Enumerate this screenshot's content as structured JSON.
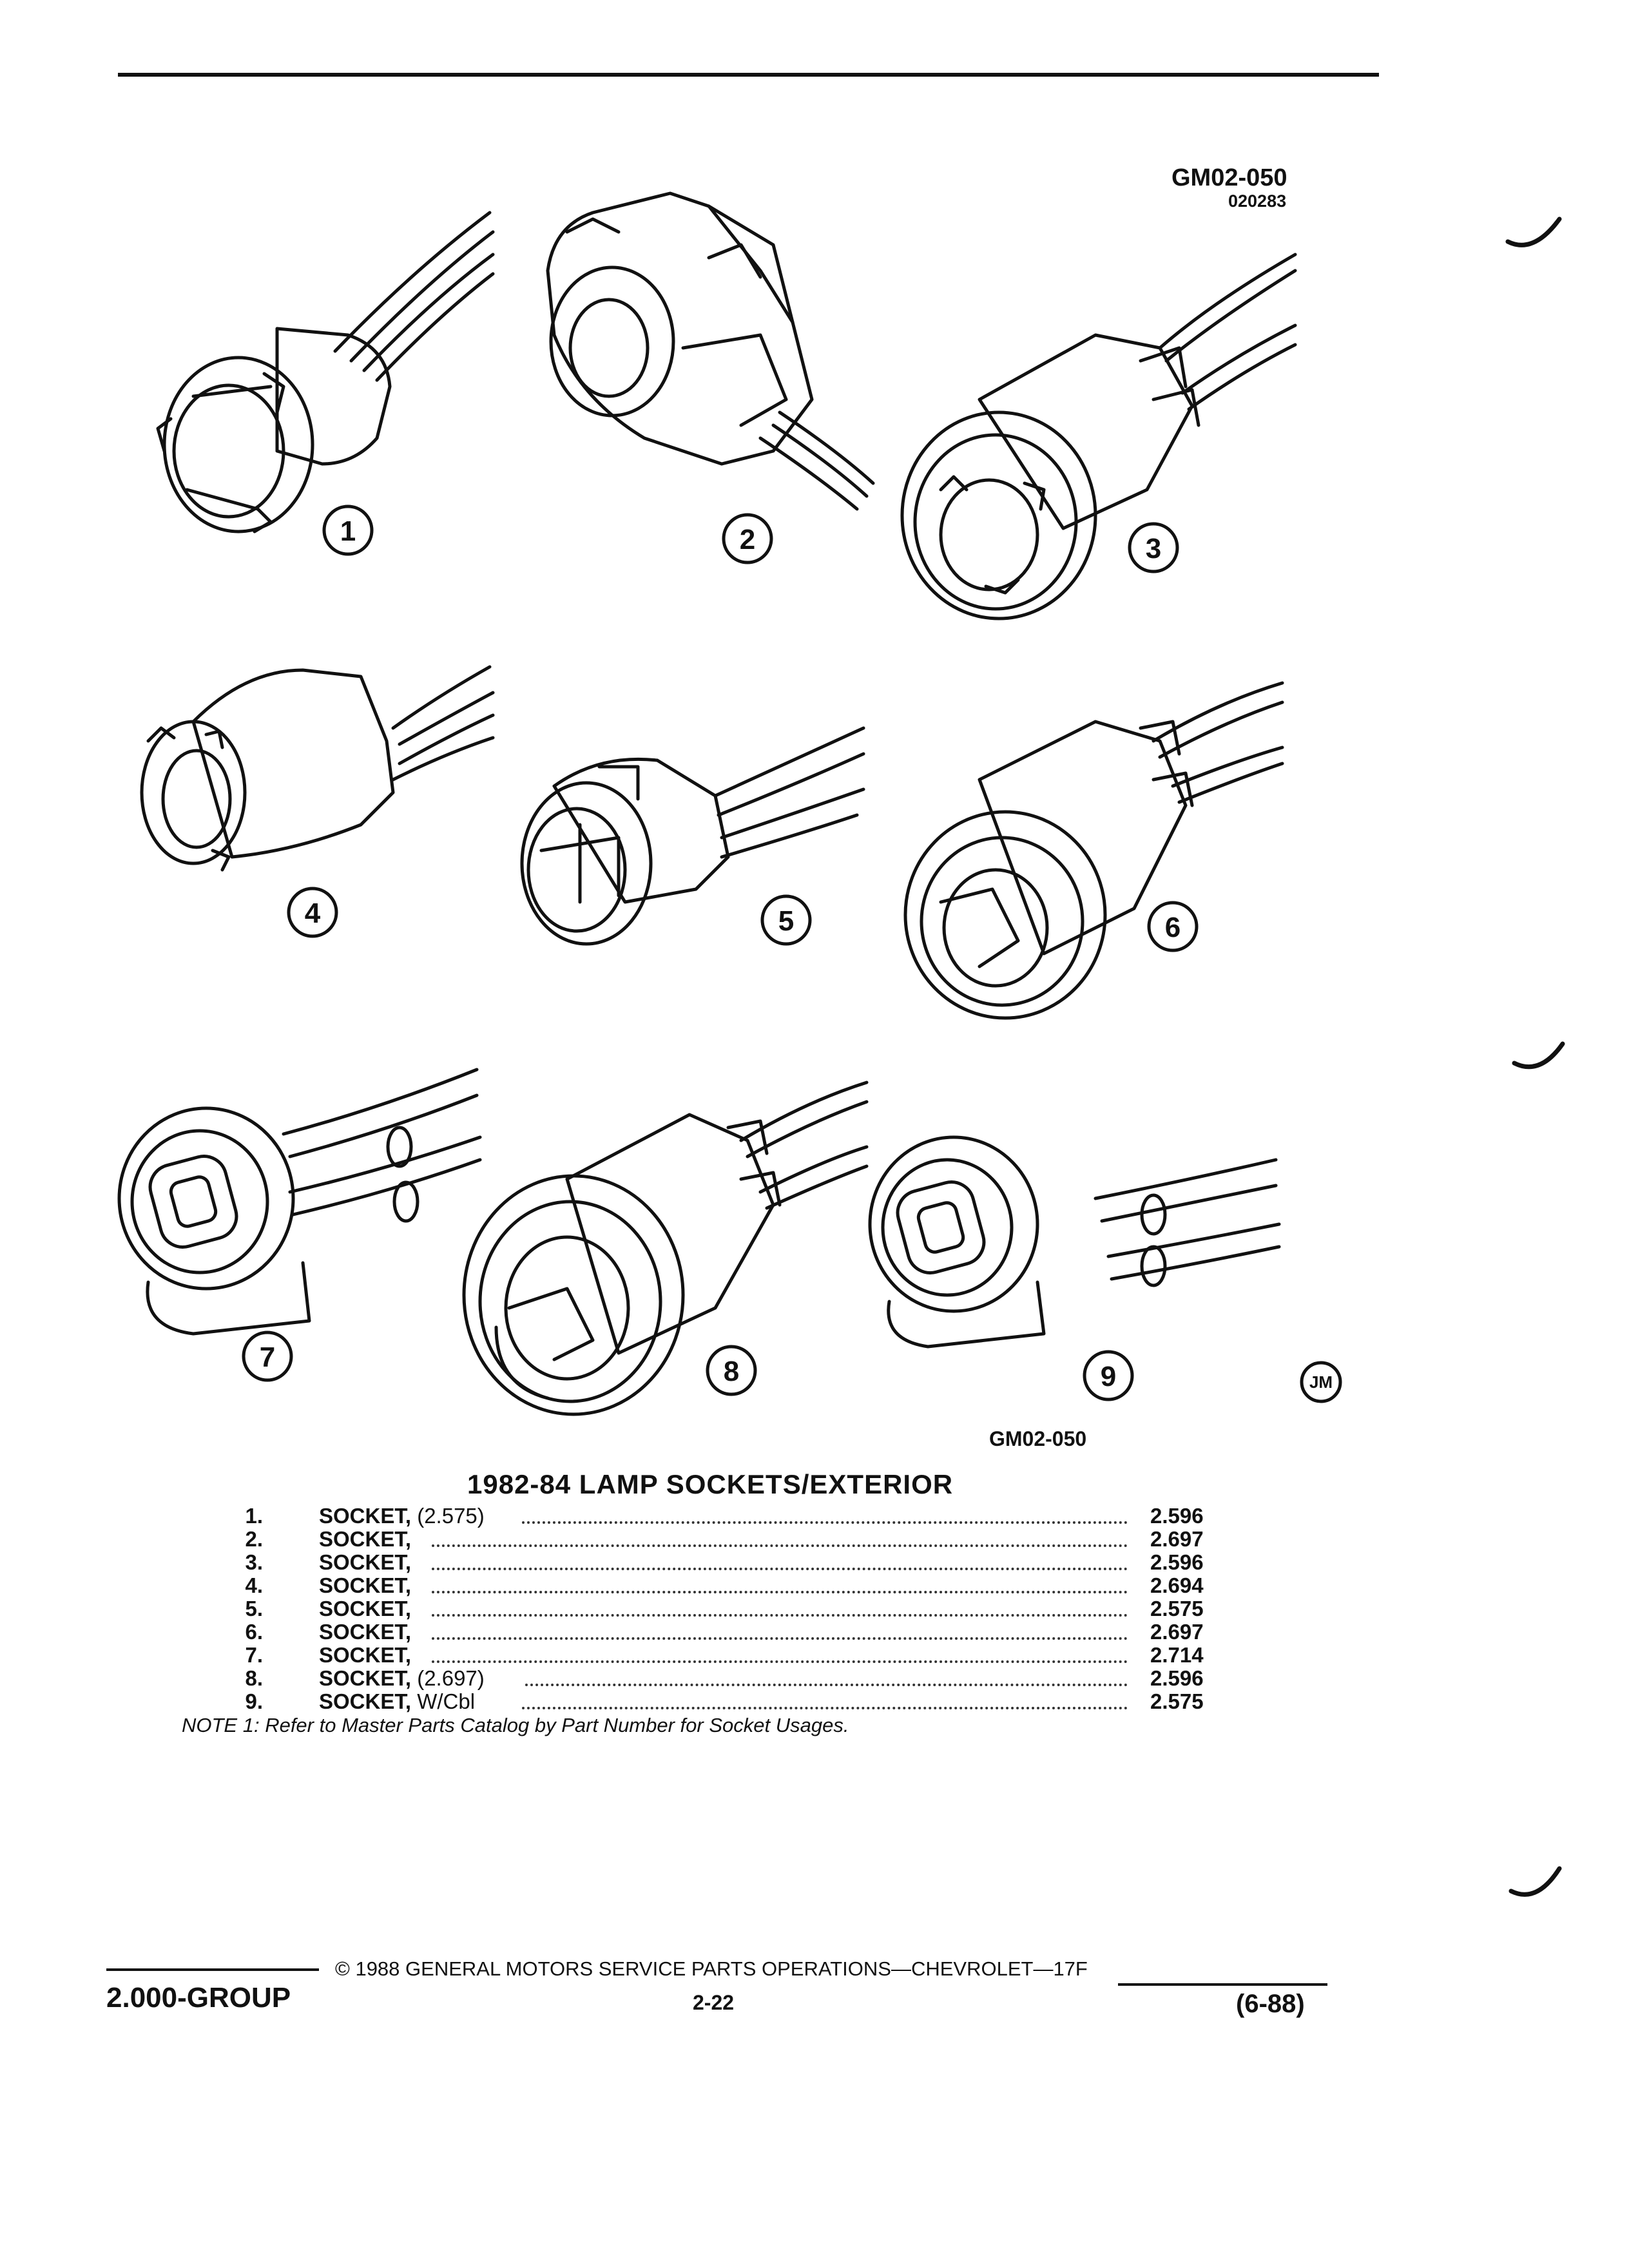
{
  "figure": {
    "code_top": "GM02-050",
    "code_sub": "020283",
    "code_bottom": "GM02-050",
    "artist_mark": "JM",
    "callouts": [
      "1",
      "2",
      "3",
      "4",
      "5",
      "6",
      "7",
      "8",
      "9"
    ]
  },
  "title": "1982-84 LAMP SOCKETS/EXTERIOR",
  "parts": [
    {
      "num": "1.",
      "name": "SOCKET,",
      "spec": "(2.575)",
      "value": "2.596"
    },
    {
      "num": "2.",
      "name": "SOCKET,",
      "spec": "",
      "value": "2.697"
    },
    {
      "num": "3.",
      "name": "SOCKET,",
      "spec": "",
      "value": "2.596"
    },
    {
      "num": "4.",
      "name": "SOCKET,",
      "spec": "",
      "value": "2.694"
    },
    {
      "num": "5.",
      "name": "SOCKET,",
      "spec": "",
      "value": "2.575"
    },
    {
      "num": "6.",
      "name": "SOCKET,",
      "spec": "",
      "value": "2.697"
    },
    {
      "num": "7.",
      "name": "SOCKET,",
      "spec": "",
      "value": "2.714"
    },
    {
      "num": "8.",
      "name": "SOCKET,",
      "spec": "(2.697)",
      "value": "2.596"
    },
    {
      "num": "9.",
      "name": "SOCKET,",
      "spec": "W/Cbl",
      "value": "2.575"
    }
  ],
  "note": "NOTE 1: Refer to Master Parts Catalog by Part Number for Socket Usages.",
  "footer": {
    "copyright": "© 1988 GENERAL MOTORS SERVICE PARTS OPERATIONS—CHEVROLET—17F",
    "group": "2.000-GROUP",
    "page": "2-22",
    "date": "(6-88)"
  },
  "colors": {
    "ink": "#111111",
    "paper": "#ffffff"
  }
}
